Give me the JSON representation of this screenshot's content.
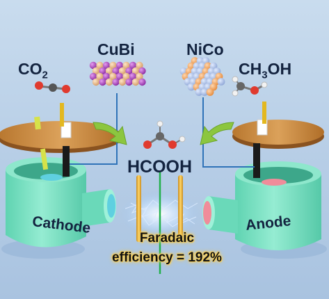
{
  "labels": {
    "co2_main": "CO",
    "co2_sub": "2",
    "cubi": "CuBi",
    "nico": "NiCo",
    "ch3oh_a": "CH",
    "ch3oh_sub": "3",
    "ch3oh_b": "OH",
    "hcooh": "HCOOH",
    "cathode": "Cathode",
    "anode": "Anode",
    "faradaic_line1": "Faradaic",
    "faradaic_line2": "efficiency = 192%"
  },
  "colors": {
    "background": "#b9cfe6",
    "cell_body": "#7fe3c4",
    "lid_wood": "#c9873e",
    "arrow_green": "#8cc63f",
    "wire_blue": "#2f73b8",
    "label_text": "#13233f",
    "cathode_window": "#5fd0e0",
    "anode_window": "#f08c9a"
  },
  "icons": {
    "cathode_cell": "electrolysis-cell-icon",
    "anode_cell": "electrolysis-cell-icon",
    "cubi_cluster": "crystal-lattice-icon",
    "nico_cluster": "nanoparticle-cluster-icon",
    "co2_molecule": "co2-molecule-icon",
    "methanol_molecule": "methanol-molecule-icon",
    "formic_acid_molecule": "formic-acid-molecule-icon"
  }
}
